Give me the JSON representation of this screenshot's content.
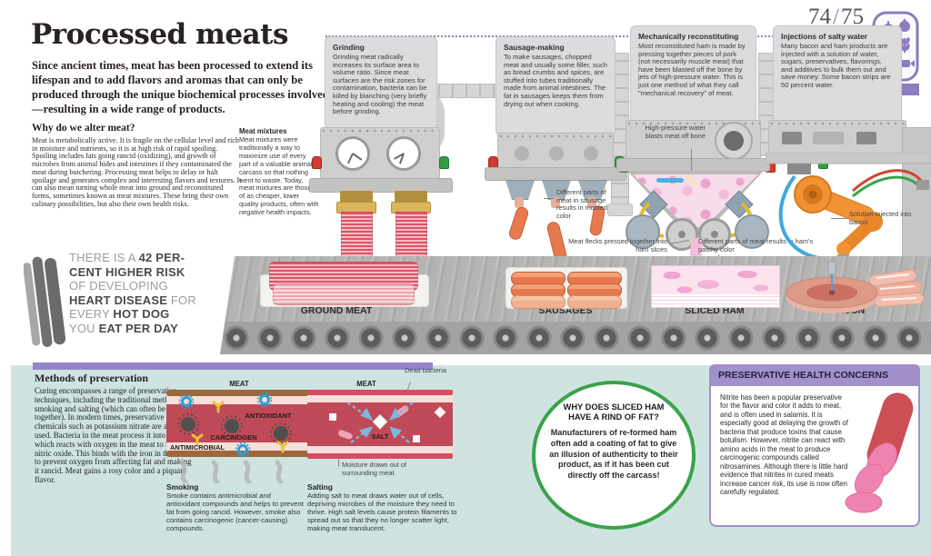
{
  "page": {
    "title": "Processed meats",
    "folio_left": "74",
    "folio_right": "75"
  },
  "intro": "Since ancient times, meat has been processed to extend its lifespan and to add flavors and aromas that can only be produced through the unique biochemical processes involved—resulting in a wide range of products.",
  "why": {
    "heading": "Why do we alter meat?",
    "body": "Meat is metabolically active. It is fragile on the cellular level and rich in moisture and nutrients, so it is at high risk of rapid spoiling. Spoiling includes fats going rancid (oxidizing), and growth of microbes from animal hides and intestines if they contaminated the meat during butchering. Processing meat helps to delay or halt spoilage and generates complex and interesting flavors and textures. It can also mean turning whole meat into ground and reconstituted forms, sometimes known as meat mixtures. These bring their own culinary possibilities, but also their own health risks."
  },
  "meat_mixtures": {
    "heading": "Meat mixtures",
    "body": "Meat mixtures were traditionally a way to maximize use of every part of a valuable animal carcass so that nothing went to waste. Today, meat mixtures are thought of as cheaper, lower quality products, often with negative health impacts."
  },
  "fact": {
    "l1a": "THERE IS A ",
    "l1b": "42 PER-",
    "l2": "CENT HIGHER RISK",
    "l3": "OF DEVELOPING",
    "l4a": "HEART DISEASE",
    "l4b": " FOR",
    "l5a": "EVERY ",
    "l5b": "HOT DOG",
    "l6a": "YOU ",
    "l6b": "EAT PER DAY"
  },
  "machines": {
    "grinding": {
      "title": "Grinding",
      "body": "Grinding meat radically increases its surface area to volume ratio. Since meat surfaces are the risk zones for contamination, bacteria can be killed by blanching (very briefly heating and cooling) the meat before grinding."
    },
    "sausage": {
      "title": "Sausage-making",
      "body": "To make sausages, chopped meat and usually some filler, such as bread crumbs and spices, are stuffed into tubes traditionally made from animal intestines. The fat in sausages keeps them from drying out when cooking."
    },
    "reconstituting": {
      "title": "Mechanically reconstituting",
      "body": "Most reconstituted ham is made by pressing together pieces of pork (not necessarily muscle meat) that have been blasted off the bone by jets of high-pressure water. This is just one method of what they call \"mechanical recovery\" of meat."
    },
    "injections": {
      "title": "Injections of salty water",
      "body": "Many bacon and ham products are injected with a solution of water, sugars, preservatives, flavorings, and additives to bulk them out and save money. Some bacon strips are 50 percent water."
    }
  },
  "callouts": {
    "high_pressure": "High-pressure water blasts meat off bone",
    "sausage_mottled": "Different parts of meat in sausage results in mottled color",
    "ham_flecks": "Meat flecks pressed together into ham slices",
    "ham_patchy": "Different parts of meat results in ham's patchy color",
    "bacon_solution": "Solution injected into bacon"
  },
  "belt": {
    "products": [
      "GROUND MEAT",
      "SAUSAGES",
      "SLICED HAM",
      "BACON"
    ]
  },
  "preservation": {
    "heading": "Methods of preservation",
    "body": "Curing encompasses a range of preservation techniques, including the traditional methods of smoking and salting (which can often be used together). In modern times, preservative chemicals such as potassium nitrate are also used. Bacteria in the meat process it into nitrite, which reacts with oxygen in the meat to form nitric oxide. This binds with the iron in the meat to prevent oxygen from affecting fat and making it rancid. Meat gains a rosy color and a piquant flavor."
  },
  "smoking": {
    "meat_label": "MEAT",
    "antioxidant": "ANTIOXIDANT",
    "carcinogen": "CARCINOGEN",
    "antimicrobial": "ANTIMICROBIAL",
    "heading": "Smoking",
    "body": "Smoke contains antimicrobial and antioxidant compounds and helps to prevent fat from going rancid. However, smoke also contains carcinogenic (cancer-causing) compounds."
  },
  "salting": {
    "meat_label": "MEAT",
    "salt_label": "SALT",
    "dead_bacteria": "Dead bacteria",
    "moisture": "Moisture drawn out of surrounding meat",
    "heading": "Salting",
    "body": "Adding salt to meat draws water out of cells, depriving microbes of the moisture they need to thrive. High salt levels cause protein filaments to spread out so that they no longer scatter light, making meat translucent."
  },
  "qa_circle": {
    "question": "WHY DOES SLICED HAM HAVE A RIND OF FAT?",
    "answer": "Manufacturers of re-formed ham often add a coating of fat to give an illusion of authenticity to their product, as if it has been cut directly off the carcass!"
  },
  "concerns": {
    "title": "PRESERVATIVE HEALTH CONCERNS",
    "body": "Nitrite has been a popular preservative for the flavor and color it adds to meat, and is often used in salamis. It is especially good at delaying the growth of bacteria that produce toxins that cause botulism. However, nitrite can react with amino acids in the meat to produce carcinogenic compounds called nitrosamines. Although there is little hard evidence that nitrites in cured meats increase cancer risk, its use is now often carefully regulated."
  },
  "colors": {
    "accent_purple": "#8d7cbe",
    "teal": "#cfe4e1",
    "green": "#3aa24b",
    "meat_red": "#df5a6d",
    "sausage_orange": "#e8794f",
    "ham_pink": "#f0a7cf"
  }
}
